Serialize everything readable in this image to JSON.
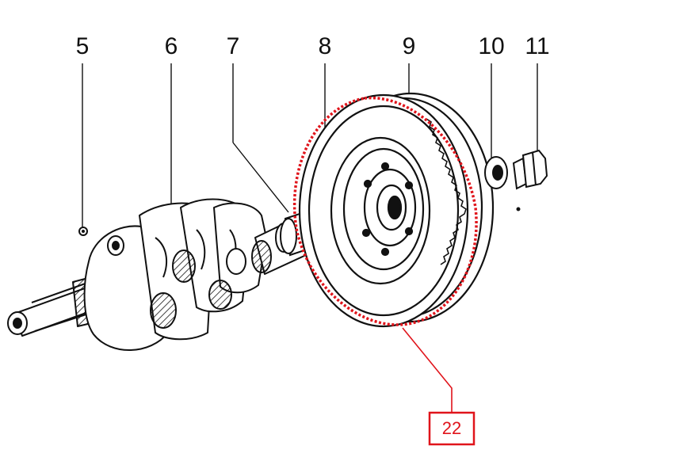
{
  "part_labels": {
    "p5": "5",
    "p6": "6",
    "p7": "7",
    "p8": "8",
    "p9": "9",
    "p10": "10",
    "p11": "11"
  },
  "callout": {
    "label": "22",
    "color": "#e0141b"
  },
  "colors": {
    "ink": "#111111",
    "paper": "#ffffff"
  }
}
